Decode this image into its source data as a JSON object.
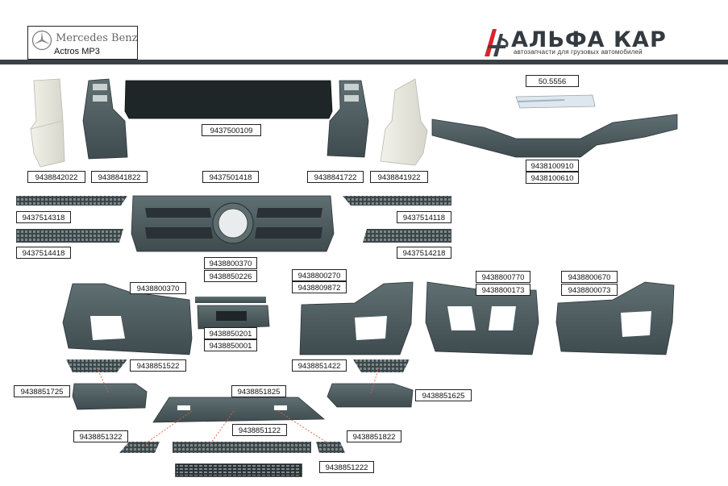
{
  "header": {
    "brand": "Mercedes Benz",
    "model": "Actros MP3",
    "logo_name": "АЛЬФА КАР",
    "logo_tagline": "автозапчасти для грузовых автомобилей",
    "logo_icon": "af-monogram-icon",
    "star_icon": "mercedes-star-icon"
  },
  "colors": {
    "band": "#3b4247",
    "part_dark": "#4a5a5e",
    "part_light": "#e8e8df",
    "logo_red": "#d8242b"
  },
  "labels": [
    {
      "id": "l01",
      "text": "50.5556"
    },
    {
      "id": "l02",
      "text": "9437500109"
    },
    {
      "id": "l03",
      "text": "9438100910"
    },
    {
      "id": "l04",
      "text": "9438100610"
    },
    {
      "id": "l05",
      "text": "9438842022"
    },
    {
      "id": "l06",
      "text": "9438841822"
    },
    {
      "id": "l07",
      "text": "9437501418"
    },
    {
      "id": "l08",
      "text": "9438841722"
    },
    {
      "id": "l09",
      "text": "9438841922"
    },
    {
      "id": "l10",
      "text": "9437514318"
    },
    {
      "id": "l11",
      "text": "9437514118"
    },
    {
      "id": "l12",
      "text": "9437514418"
    },
    {
      "id": "l13",
      "text": "9437514218"
    },
    {
      "id": "l14",
      "text": "9438800370"
    },
    {
      "id": "l15",
      "text": "9438850226"
    },
    {
      "id": "l16",
      "text": "9438800370"
    },
    {
      "id": "l17",
      "text": "9438800270"
    },
    {
      "id": "l18",
      "text": "9438809872"
    },
    {
      "id": "l19",
      "text": "9438800770"
    },
    {
      "id": "l20",
      "text": "9438800173"
    },
    {
      "id": "l21",
      "text": "9438800670"
    },
    {
      "id": "l22",
      "text": "9438800073"
    },
    {
      "id": "l23",
      "text": "9438850201"
    },
    {
      "id": "l24",
      "text": "9438850001"
    },
    {
      "id": "l25",
      "text": "9438851522"
    },
    {
      "id": "l26",
      "text": "9438851422"
    },
    {
      "id": "l27",
      "text": "9438851725"
    },
    {
      "id": "l28",
      "text": "9438851825"
    },
    {
      "id": "l29",
      "text": "9438851625"
    },
    {
      "id": "l30",
      "text": "9438851122"
    },
    {
      "id": "l31",
      "text": "9438851322"
    },
    {
      "id": "l32",
      "text": "9438851822"
    },
    {
      "id": "l33",
      "text": "9438851222"
    }
  ]
}
